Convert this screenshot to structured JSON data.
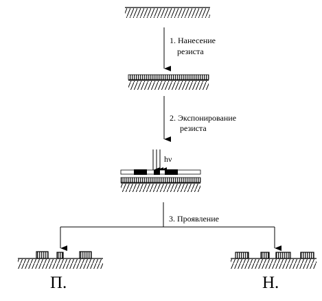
{
  "steps": {
    "s1_line1": "1. Нанесение",
    "s1_line2": "резиста",
    "s2_line1": "2. Экспонирование",
    "s2_line2": "резиста",
    "s3": "3. Проявление"
  },
  "exposure_label": "hν",
  "results": {
    "positive": "П.",
    "negative": "Н."
  }
}
